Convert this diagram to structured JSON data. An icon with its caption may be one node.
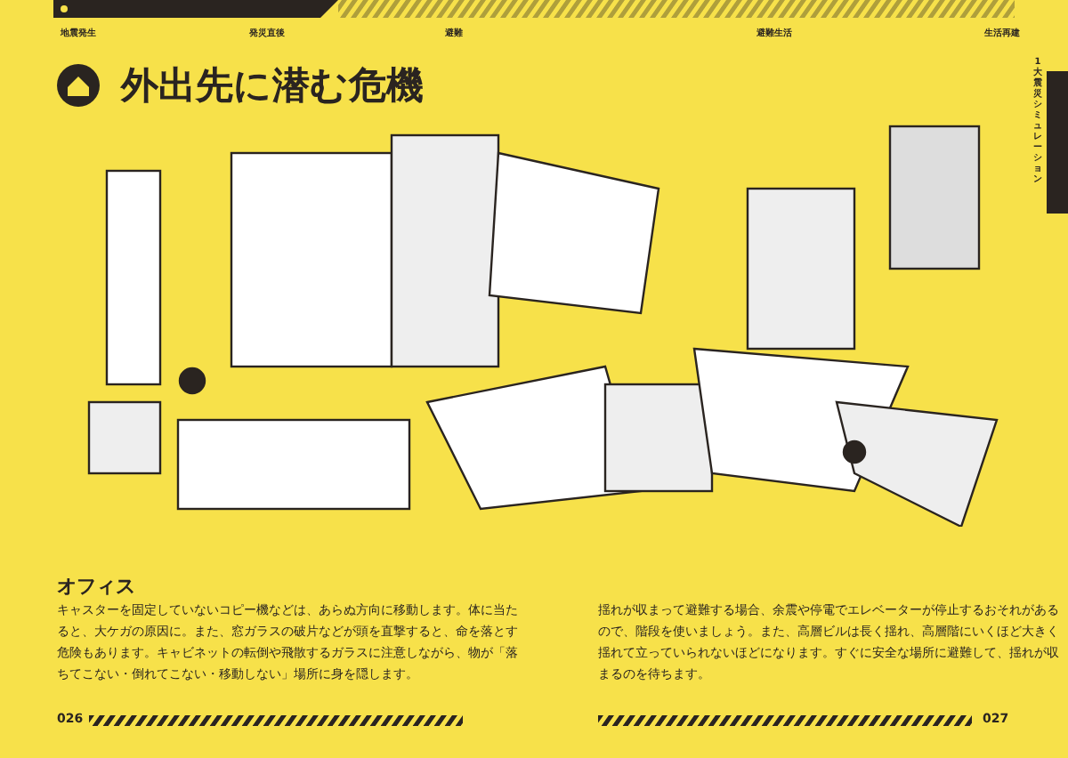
{
  "diagram": {
    "title": "外出先に潜む危機",
    "labels": [
      "地震発生",
      "発災直後",
      "避難",
      "避難生活",
      "生活再建",
      "1 大震災シミュレーション",
      "オフィス",
      "キャスターを固定していないコピー機などは、あらぬ方向に移動します。体に当たると、大ケガの原因に。また、窓ガラスの破片などが頭を直撃すると、命を落とす危険もあります。キャビネットの転倒や飛散するガラスに注意しながら、物が「落ちてこない・倒れてこない・移動しない」場所に身を隠します。",
      "揺れが収まって避難する場合、余震や停電でエレベーターが停止するおそれがあるので、階段を使いましょう。また、高層ビルは長く揺れ、高層階にいくほど大きく揺れて立っていられないほどになります。すぐに安全な場所に避難して、揺れが収まるのを待ちます。",
      "026",
      "027"
    ]
  }
}
